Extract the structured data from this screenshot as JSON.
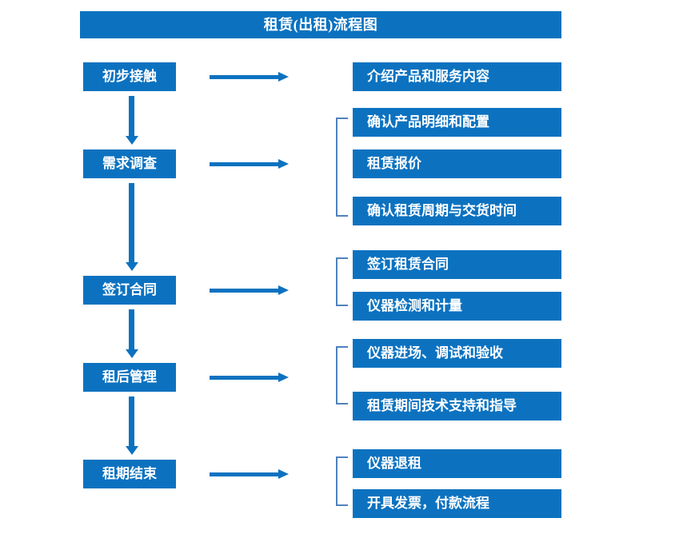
{
  "title": "租赁(出租)流程图",
  "colors": {
    "box_blue": "#0C72C0",
    "bracket_blue": "#4F81BD",
    "text_white": "#FFFFFF",
    "background": "#FFFFFF"
  },
  "flow": {
    "stages": [
      {
        "label": "初步接触"
      },
      {
        "label": "需求调查"
      },
      {
        "label": "签订合同"
      },
      {
        "label": "租后管理"
      },
      {
        "label": "租期结束"
      }
    ],
    "details": [
      {
        "label": "介绍产品和服务内容"
      },
      {
        "label": "确认产品明细和配置"
      },
      {
        "label": "租赁报价"
      },
      {
        "label": "确认租赁周期与交货时间"
      },
      {
        "label": "签订租赁合同"
      },
      {
        "label": "仪器检测和计量"
      },
      {
        "label": "仪器进场、调试和验收"
      },
      {
        "label": "租赁期间技术支持和指导"
      },
      {
        "label": "仪器退租"
      },
      {
        "label": "开具发票，付款流程"
      }
    ],
    "groups": [
      {
        "stage": "需求调查",
        "detail_labels": [
          "确认产品明细和配置",
          "租赁报价",
          "确认租赁周期与交货时间"
        ]
      },
      {
        "stage": "签订合同",
        "detail_labels": [
          "签订租赁合同",
          "仪器检测和计量"
        ]
      },
      {
        "stage": "租后管理",
        "detail_labels": [
          "仪器进场、调试和验收",
          "租赁期间技术支持和指导"
        ]
      },
      {
        "stage": "租期结束",
        "detail_labels": [
          "仪器退租",
          "开具发票，付款流程"
        ]
      }
    ],
    "connector_count": {
      "horizontal_arrows": 5,
      "vertical_arrows": 4,
      "brackets": 4
    }
  }
}
